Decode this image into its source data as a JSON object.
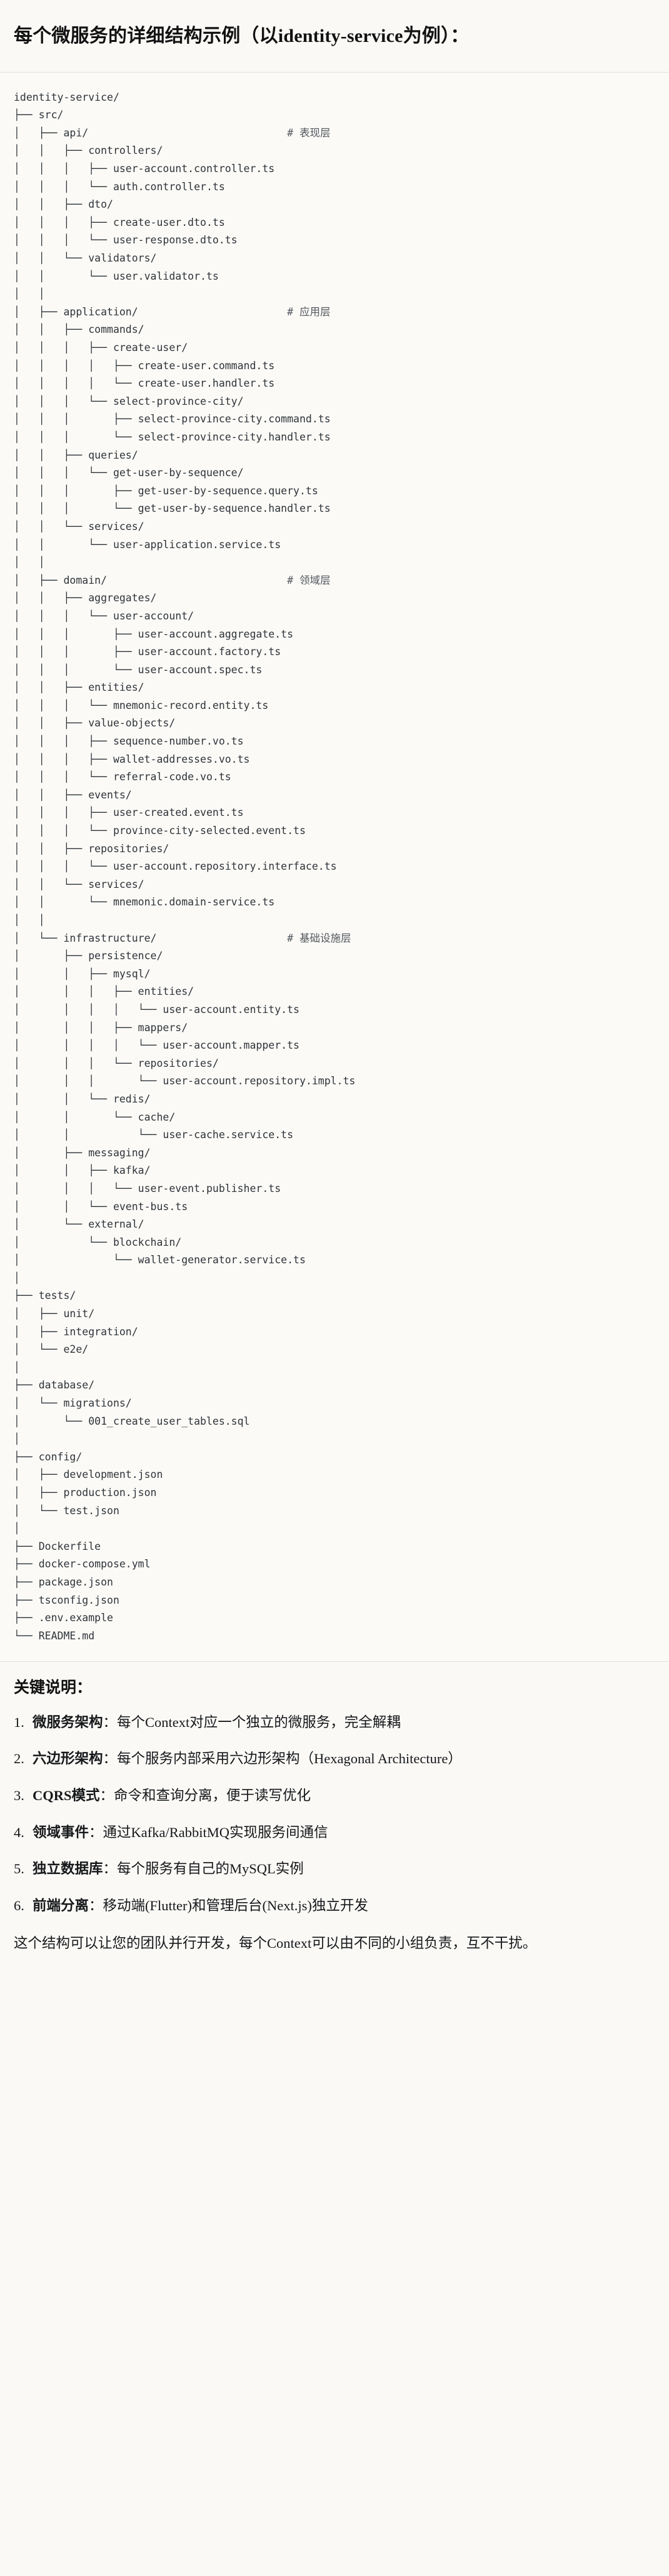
{
  "document": {
    "heading": "每个微服务的详细结构示例（以identity-service为例）：",
    "tree_root": "identity-service/",
    "tree_lines": [
      {
        "text": "identity-service/",
        "comment": ""
      },
      {
        "text": "├── src/",
        "comment": ""
      },
      {
        "text": "│   ├── api/",
        "comment": "# 表现层"
      },
      {
        "text": "│   │   ├── controllers/",
        "comment": ""
      },
      {
        "text": "│   │   │   ├── user-account.controller.ts",
        "comment": ""
      },
      {
        "text": "│   │   │   └── auth.controller.ts",
        "comment": ""
      },
      {
        "text": "│   │   ├── dto/",
        "comment": ""
      },
      {
        "text": "│   │   │   ├── create-user.dto.ts",
        "comment": ""
      },
      {
        "text": "│   │   │   └── user-response.dto.ts",
        "comment": ""
      },
      {
        "text": "│   │   └── validators/",
        "comment": ""
      },
      {
        "text": "│   │       └── user.validator.ts",
        "comment": ""
      },
      {
        "text": "│   │",
        "comment": ""
      },
      {
        "text": "│   ├── application/",
        "comment": "# 应用层"
      },
      {
        "text": "│   │   ├── commands/",
        "comment": ""
      },
      {
        "text": "│   │   │   ├── create-user/",
        "comment": ""
      },
      {
        "text": "│   │   │   │   ├── create-user.command.ts",
        "comment": ""
      },
      {
        "text": "│   │   │   │   └── create-user.handler.ts",
        "comment": ""
      },
      {
        "text": "│   │   │   └── select-province-city/",
        "comment": ""
      },
      {
        "text": "│   │   │       ├── select-province-city.command.ts",
        "comment": ""
      },
      {
        "text": "│   │   │       └── select-province-city.handler.ts",
        "comment": ""
      },
      {
        "text": "│   │   ├── queries/",
        "comment": ""
      },
      {
        "text": "│   │   │   └── get-user-by-sequence/",
        "comment": ""
      },
      {
        "text": "│   │   │       ├── get-user-by-sequence.query.ts",
        "comment": ""
      },
      {
        "text": "│   │   │       └── get-user-by-sequence.handler.ts",
        "comment": ""
      },
      {
        "text": "│   │   └── services/",
        "comment": ""
      },
      {
        "text": "│   │       └── user-application.service.ts",
        "comment": ""
      },
      {
        "text": "│   │",
        "comment": ""
      },
      {
        "text": "│   ├── domain/",
        "comment": "# 领域层"
      },
      {
        "text": "│   │   ├── aggregates/",
        "comment": ""
      },
      {
        "text": "│   │   │   └── user-account/",
        "comment": ""
      },
      {
        "text": "│   │   │       ├── user-account.aggregate.ts",
        "comment": ""
      },
      {
        "text": "│   │   │       ├── user-account.factory.ts",
        "comment": ""
      },
      {
        "text": "│   │   │       └── user-account.spec.ts",
        "comment": ""
      },
      {
        "text": "│   │   ├── entities/",
        "comment": ""
      },
      {
        "text": "│   │   │   └── mnemonic-record.entity.ts",
        "comment": ""
      },
      {
        "text": "│   │   ├── value-objects/",
        "comment": ""
      },
      {
        "text": "│   │   │   ├── sequence-number.vo.ts",
        "comment": ""
      },
      {
        "text": "│   │   │   ├── wallet-addresses.vo.ts",
        "comment": ""
      },
      {
        "text": "│   │   │   └── referral-code.vo.ts",
        "comment": ""
      },
      {
        "text": "│   │   ├── events/",
        "comment": ""
      },
      {
        "text": "│   │   │   ├── user-created.event.ts",
        "comment": ""
      },
      {
        "text": "│   │   │   └── province-city-selected.event.ts",
        "comment": ""
      },
      {
        "text": "│   │   ├── repositories/",
        "comment": ""
      },
      {
        "text": "│   │   │   └── user-account.repository.interface.ts",
        "comment": ""
      },
      {
        "text": "│   │   └── services/",
        "comment": ""
      },
      {
        "text": "│   │       └── mnemonic.domain-service.ts",
        "comment": ""
      },
      {
        "text": "│   │",
        "comment": ""
      },
      {
        "text": "│   └── infrastructure/",
        "comment": "# 基础设施层"
      },
      {
        "text": "│       ├── persistence/",
        "comment": ""
      },
      {
        "text": "│       │   ├── mysql/",
        "comment": ""
      },
      {
        "text": "│       │   │   ├── entities/",
        "comment": ""
      },
      {
        "text": "│       │   │   │   └── user-account.entity.ts",
        "comment": ""
      },
      {
        "text": "│       │   │   ├── mappers/",
        "comment": ""
      },
      {
        "text": "│       │   │   │   └── user-account.mapper.ts",
        "comment": ""
      },
      {
        "text": "│       │   │   └── repositories/",
        "comment": ""
      },
      {
        "text": "│       │   │       └── user-account.repository.impl.ts",
        "comment": ""
      },
      {
        "text": "│       │   └── redis/",
        "comment": ""
      },
      {
        "text": "│       │       └── cache/",
        "comment": ""
      },
      {
        "text": "│       │           └── user-cache.service.ts",
        "comment": ""
      },
      {
        "text": "│       ├── messaging/",
        "comment": ""
      },
      {
        "text": "│       │   ├── kafka/",
        "comment": ""
      },
      {
        "text": "│       │   │   └── user-event.publisher.ts",
        "comment": ""
      },
      {
        "text": "│       │   └── event-bus.ts",
        "comment": ""
      },
      {
        "text": "│       └── external/",
        "comment": ""
      },
      {
        "text": "│           └── blockchain/",
        "comment": ""
      },
      {
        "text": "│               └── wallet-generator.service.ts",
        "comment": ""
      },
      {
        "text": "│",
        "comment": ""
      },
      {
        "text": "├── tests/",
        "comment": ""
      },
      {
        "text": "│   ├── unit/",
        "comment": ""
      },
      {
        "text": "│   ├── integration/",
        "comment": ""
      },
      {
        "text": "│   └── e2e/",
        "comment": ""
      },
      {
        "text": "│",
        "comment": ""
      },
      {
        "text": "├── database/",
        "comment": ""
      },
      {
        "text": "│   └── migrations/",
        "comment": ""
      },
      {
        "text": "│       └── 001_create_user_tables.sql",
        "comment": ""
      },
      {
        "text": "│",
        "comment": ""
      },
      {
        "text": "├── config/",
        "comment": ""
      },
      {
        "text": "│   ├── development.json",
        "comment": ""
      },
      {
        "text": "│   ├── production.json",
        "comment": ""
      },
      {
        "text": "│   └── test.json",
        "comment": ""
      },
      {
        "text": "│",
        "comment": ""
      },
      {
        "text": "├── Dockerfile",
        "comment": ""
      },
      {
        "text": "├── docker-compose.yml",
        "comment": ""
      },
      {
        "text": "├── package.json",
        "comment": ""
      },
      {
        "text": "├── tsconfig.json",
        "comment": ""
      },
      {
        "text": "├── .env.example",
        "comment": ""
      },
      {
        "text": "└── README.md",
        "comment": ""
      }
    ],
    "notes_title": "关键说明：",
    "notes": [
      {
        "term": "微服务架构",
        "sep": "：",
        "body": "每个Context对应一个独立的微服务，完全解耦"
      },
      {
        "term": "六边形架构",
        "sep": "：",
        "body": "每个服务内部采用六边形架构（Hexagonal Architecture）"
      },
      {
        "term": "CQRS模式",
        "sep": "：",
        "body": "命令和查询分离，便于读写优化"
      },
      {
        "term": "领域事件",
        "sep": "：",
        "body": "通过Kafka/RabbitMQ实现服务间通信"
      },
      {
        "term": "独立数据库",
        "sep": "：",
        "body": "每个服务有自己的MySQL实例"
      },
      {
        "term": "前端分离",
        "sep": "：",
        "body": "移动端(Flutter)和管理后台(Next.js)独立开发"
      }
    ],
    "closing": "这个结构可以让您的团队并行开发，每个Context可以由不同的小组负责，互不干扰。"
  },
  "colors": {
    "page_bg": "#faf9f6",
    "code_bg": "#fbfaf7",
    "text": "#16181a",
    "code_text": "#2e3338",
    "rule": "#e3e1db",
    "comment_text": "#53585e"
  }
}
